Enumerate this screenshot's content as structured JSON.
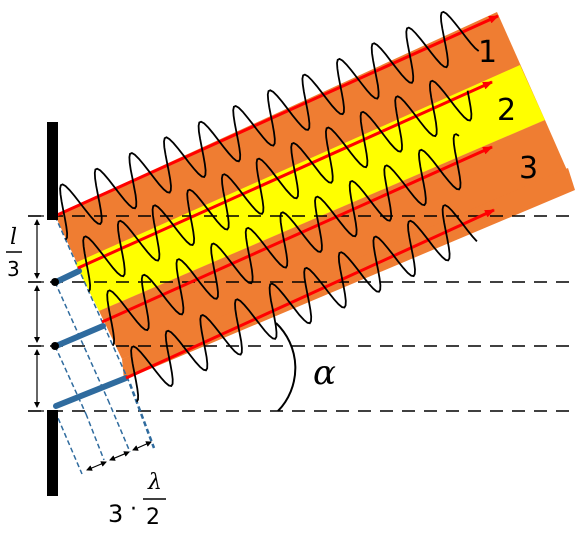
{
  "beams": [
    {
      "number": "1"
    },
    {
      "number": "2"
    },
    {
      "number": "3"
    }
  ],
  "labels": {
    "angle": "α",
    "slit_length_numerator": "l",
    "slit_length_denominator": "3",
    "path_diff_factor": "3",
    "path_diff_dot": "·",
    "path_diff_numerator": "λ",
    "path_diff_denominator": "2"
  },
  "colors": {
    "outer_band": "#ef7d32",
    "middle_band": "#ffff00",
    "ray": "#ff0000",
    "wave": "#000000",
    "screen": "#000000",
    "highlight": "#2f6b9e",
    "construction": "#1f4e79"
  }
}
